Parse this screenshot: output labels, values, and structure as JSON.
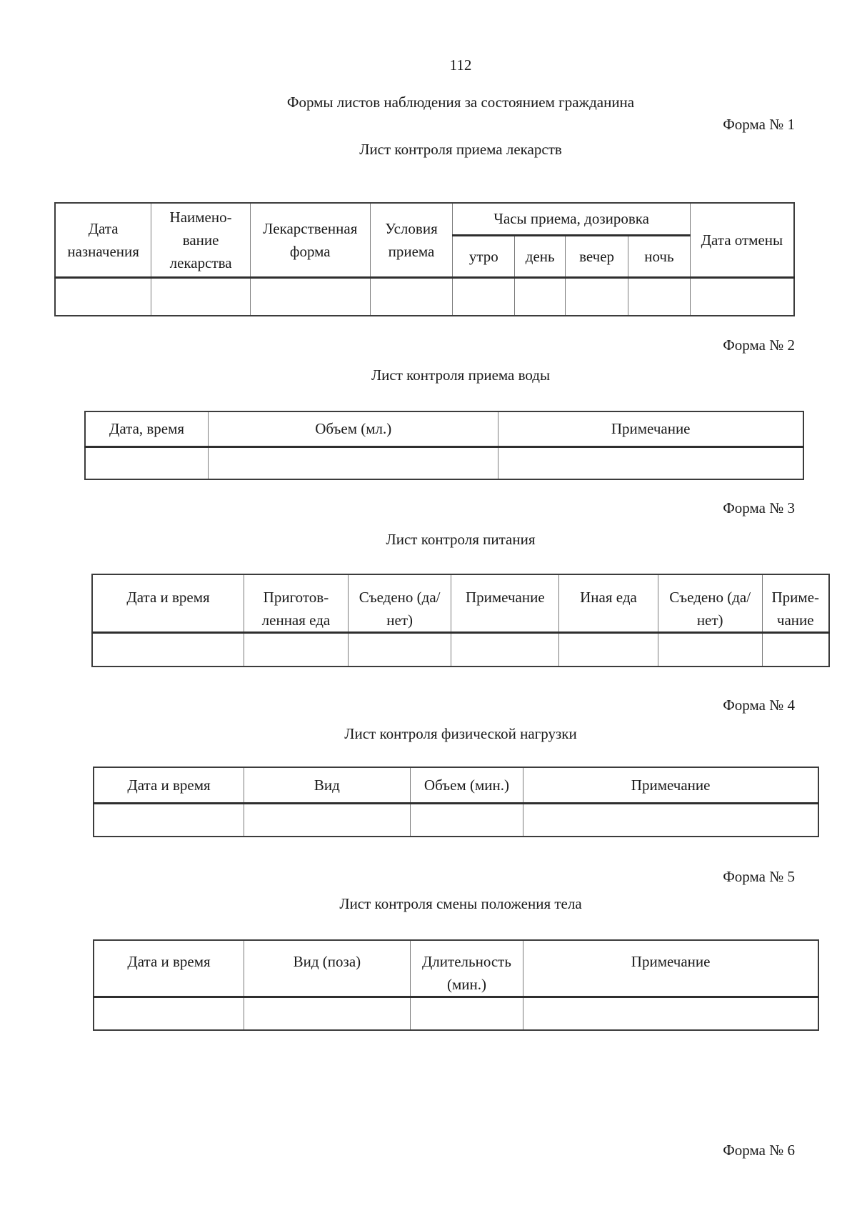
{
  "page_number": "112",
  "main_title": "Формы листов наблюдения за состоянием гражданина",
  "forms": {
    "form1": {
      "label": "Форма № 1",
      "title": "Лист контроля приема лекарств",
      "columns": {
        "c1": "Дата назначения",
        "c2": "Наимено-вание лекарства",
        "c3": "Лекарственная форма",
        "c4": "Условия приема",
        "group": "Часы приема, дозировка",
        "g1": "утро",
        "g2": "день",
        "g3": "вечер",
        "g4": "ночь",
        "c5": "Дата отмены"
      }
    },
    "form2": {
      "label": "Форма № 2",
      "title": "Лист контроля приема воды",
      "columns": {
        "c1": "Дата, время",
        "c2": "Объем (мл.)",
        "c3": "Примечание"
      }
    },
    "form3": {
      "label": "Форма № 3",
      "title": "Лист контроля питания",
      "columns": {
        "c1": "Дата и время",
        "c2": "Приготов-ленная еда",
        "c3": "Съедено (да/нет)",
        "c4": "Примечание",
        "c5": "Иная еда",
        "c6": "Съедено (да/нет)",
        "c7": "Приме-чание"
      }
    },
    "form4": {
      "label": "Форма № 4",
      "title": "Лист контроля физической нагрузки",
      "columns": {
        "c1": "Дата и время",
        "c2": "Вид",
        "c3": "Объем (мин.)",
        "c4": "Примечание"
      }
    },
    "form5": {
      "label": "Форма № 5",
      "title": "Лист контроля смены положения тела",
      "columns": {
        "c1": "Дата и время",
        "c2": "Вид (поза)",
        "c3": "Длительность (мин.)",
        "c4": "Примечание"
      }
    },
    "form6": {
      "label": "Форма № 6"
    }
  }
}
